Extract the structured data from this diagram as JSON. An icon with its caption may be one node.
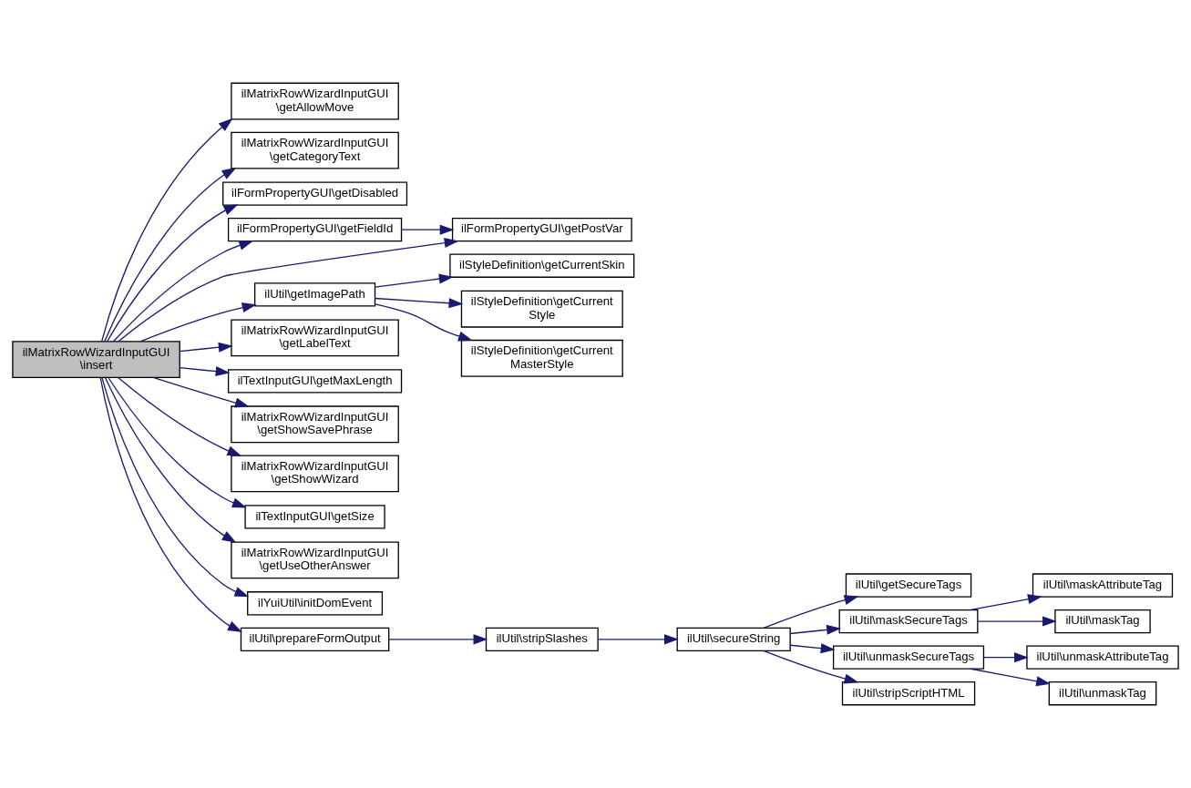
{
  "diagram": {
    "nodes": [
      {
        "text": [
          "ilMatrixRowWizardInputGUI \\insert"
        ]
      },
      {
        "text": [
          "ilMatrixRowWizardInputGUI \\getAllowMove"
        ]
      },
      {
        "text": [
          "ilMatrixRowWizardInputGUI \\getCategoryText"
        ]
      },
      {
        "text": [
          "ilFormPropertyGUI\\getDisabled"
        ]
      },
      {
        "text": [
          "ilFormPropertyGUI\\getFieldId"
        ]
      },
      {
        "text": [
          "ilFormPropertyGUI\\getPostVar"
        ]
      },
      {
        "text": [
          "ilUtil\\getImagePath"
        ]
      },
      {
        "text": [
          "ilStyleDefinition\\getCurrentSkin"
        ]
      },
      {
        "text": [
          "ilStyleDefinition\\getCurrent Style"
        ]
      },
      {
        "text": [
          "ilStyleDefinition\\getCurrent MasterStyle"
        ]
      },
      {
        "text": [
          "ilMatrixRowWizardInputGUI \\getLabelText"
        ]
      },
      {
        "text": [
          "ilTextInputGUI\\getMaxLength"
        ]
      },
      {
        "text": [
          "ilMatrixRowWizardInputGUI \\getShowSavePhrase"
        ]
      },
      {
        "text": [
          "ilMatrixRowWizardInputGUI \\getShowWizard"
        ]
      },
      {
        "text": [
          "ilTextInputGUI\\getSize"
        ]
      },
      {
        "text": [
          "ilMatrixRowWizardInputGUI \\getUseOtherAnswer"
        ]
      },
      {
        "text": [
          "ilYuiUtil\\initDomEvent"
        ]
      },
      {
        "text": [
          "ilUtil\\prepareFormOutput"
        ]
      },
      {
        "text": [
          "ilUtil\\stripSlashes"
        ]
      },
      {
        "text": [
          "ilUtil\\secureString"
        ]
      },
      {
        "text": [
          "ilUtil\\getSecureTags"
        ]
      },
      {
        "text": [
          "ilUtil\\maskSecureTags"
        ]
      },
      {
        "text": [
          "ilUtil\\unmaskSecureTags"
        ]
      },
      {
        "text": [
          "ilUtil\\stripScriptHTML"
        ]
      },
      {
        "text": [
          "ilUtil\\maskAttributeTag"
        ]
      },
      {
        "text": [
          "ilUtil\\maskTag"
        ]
      },
      {
        "text": [
          "ilUtil\\unmaskAttributeTag"
        ]
      },
      {
        "text": [
          "ilUtil\\unmaskTag"
        ]
      }
    ],
    "edges": [
      {
        "from": 0,
        "to": 1,
        "arrow": "to"
      },
      {
        "from": 0,
        "to": 2,
        "arrow": "to"
      },
      {
        "from": 0,
        "to": 3,
        "arrow": "to"
      },
      {
        "from": 0,
        "to": 4,
        "arrow": "to"
      },
      {
        "from": 0,
        "to": 5,
        "arrow": "to"
      },
      {
        "from": 0,
        "to": 6,
        "arrow": "to"
      },
      {
        "from": 0,
        "to": 10,
        "arrow": "to"
      },
      {
        "from": 0,
        "to": 11,
        "arrow": "to"
      },
      {
        "from": 0,
        "to": 12,
        "arrow": "to"
      },
      {
        "from": 0,
        "to": 13,
        "arrow": "to"
      },
      {
        "from": 0,
        "to": 14,
        "arrow": "to"
      },
      {
        "from": 0,
        "to": 15,
        "arrow": "to"
      },
      {
        "from": 0,
        "to": 16,
        "arrow": "to"
      },
      {
        "from": 0,
        "to": 17,
        "arrow": "to"
      },
      {
        "from": 4,
        "to": 5,
        "arrow": "to"
      },
      {
        "from": 6,
        "to": 7,
        "arrow": "to"
      },
      {
        "from": 6,
        "to": 8,
        "arrow": "to"
      },
      {
        "from": 6,
        "to": 9,
        "arrow": "to"
      },
      {
        "from": 17,
        "to": 18,
        "arrow": "to"
      },
      {
        "from": 18,
        "to": 19,
        "arrow": "to"
      },
      {
        "from": 19,
        "to": 20,
        "arrow": "to"
      },
      {
        "from": 19,
        "to": 21,
        "arrow": "to"
      },
      {
        "from": 19,
        "to": 22,
        "arrow": "to"
      },
      {
        "from": 19,
        "to": 23,
        "arrow": "to"
      },
      {
        "from": 21,
        "to": 24,
        "arrow": "to"
      },
      {
        "from": 21,
        "to": 25,
        "arrow": "to"
      },
      {
        "from": 22,
        "to": 26,
        "arrow": "to"
      },
      {
        "from": 22,
        "to": 27,
        "arrow": "to"
      }
    ]
  }
}
